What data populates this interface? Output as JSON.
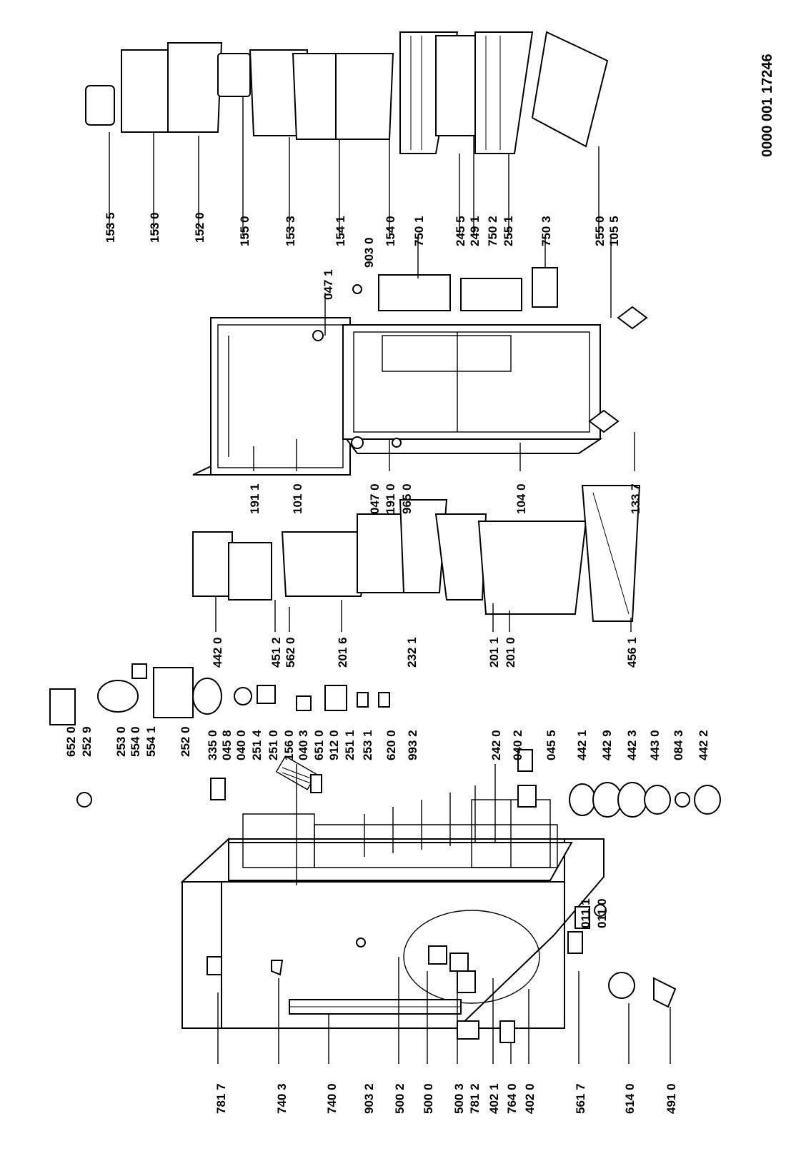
{
  "document_number": "0000 001 17246",
  "parts": [
    {
      "code": "153 5"
    },
    {
      "code": "153 0"
    },
    {
      "code": "152 0"
    },
    {
      "code": "155 0"
    },
    {
      "code": "153 3"
    },
    {
      "code": "047 1"
    },
    {
      "code": "154 1"
    },
    {
      "code": "903 0"
    },
    {
      "code": "154 0"
    },
    {
      "code": "750 1"
    },
    {
      "code": "245 5"
    },
    {
      "code": "249 1"
    },
    {
      "code": "750 2"
    },
    {
      "code": "255 1"
    },
    {
      "code": "750 3"
    },
    {
      "code": "255 0"
    },
    {
      "code": "105 5"
    },
    {
      "code": "191 1"
    },
    {
      "code": "101 0"
    },
    {
      "code": "047 0"
    },
    {
      "code": "191 0"
    },
    {
      "code": "965 0"
    },
    {
      "code": "104 0"
    },
    {
      "code": "133 7"
    },
    {
      "code": "442 0"
    },
    {
      "code": "451 2"
    },
    {
      "code": "562 0"
    },
    {
      "code": "201 6"
    },
    {
      "code": "232 1"
    },
    {
      "code": "201 1"
    },
    {
      "code": "201 0"
    },
    {
      "code": "456 1"
    },
    {
      "code": "652 0"
    },
    {
      "code": "252 9"
    },
    {
      "code": "253 0"
    },
    {
      "code": "554 0"
    },
    {
      "code": "554 1"
    },
    {
      "code": "252 0"
    },
    {
      "code": "335 0"
    },
    {
      "code": "045 8"
    },
    {
      "code": "040 0"
    },
    {
      "code": "251 4"
    },
    {
      "code": "251 0"
    },
    {
      "code": "156 0"
    },
    {
      "code": "040 3"
    },
    {
      "code": "651 0"
    },
    {
      "code": "912 0"
    },
    {
      "code": "251 1"
    },
    {
      "code": "253 1"
    },
    {
      "code": "620 0"
    },
    {
      "code": "993 2"
    },
    {
      "code": "242 0"
    },
    {
      "code": "040 2"
    },
    {
      "code": "045 5"
    },
    {
      "code": "442 1"
    },
    {
      "code": "442 9"
    },
    {
      "code": "442 3"
    },
    {
      "code": "443 0"
    },
    {
      "code": "084 3"
    },
    {
      "code": "442 2"
    },
    {
      "code": "011 1"
    },
    {
      "code": "011 0"
    },
    {
      "code": "781 7"
    },
    {
      "code": "740 3"
    },
    {
      "code": "740 0"
    },
    {
      "code": "903 2"
    },
    {
      "code": "500 2"
    },
    {
      "code": "500 0"
    },
    {
      "code": "500 3"
    },
    {
      "code": "781 2"
    },
    {
      "code": "402 1"
    },
    {
      "code": "764 0"
    },
    {
      "code": "402 0"
    },
    {
      "code": "561 7"
    },
    {
      "code": "614 0"
    },
    {
      "code": "491 0"
    }
  ]
}
